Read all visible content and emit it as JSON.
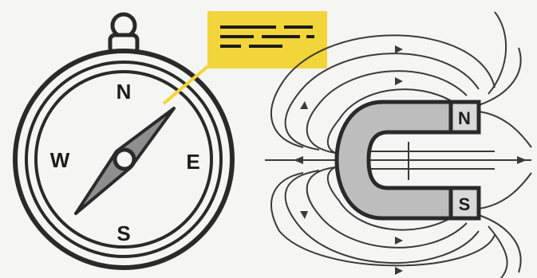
{
  "compass": {
    "directions": {
      "north": "N",
      "south": "S",
      "east": "E",
      "west": "W"
    }
  },
  "magnet": {
    "north_pole_label": "N",
    "south_pole_label": "S"
  },
  "colors": {
    "background": "#f5f5f3",
    "outline": "#2a2a2a",
    "callout_fill": "#f2d43b",
    "needle_fill": "#8e8e8e",
    "magnet_fill": "#bdbdbd",
    "field_line": "#3a3a3a"
  },
  "icons": {
    "callout": "text-lines-callout-icon",
    "field_arrow": "arrowhead-icon"
  }
}
